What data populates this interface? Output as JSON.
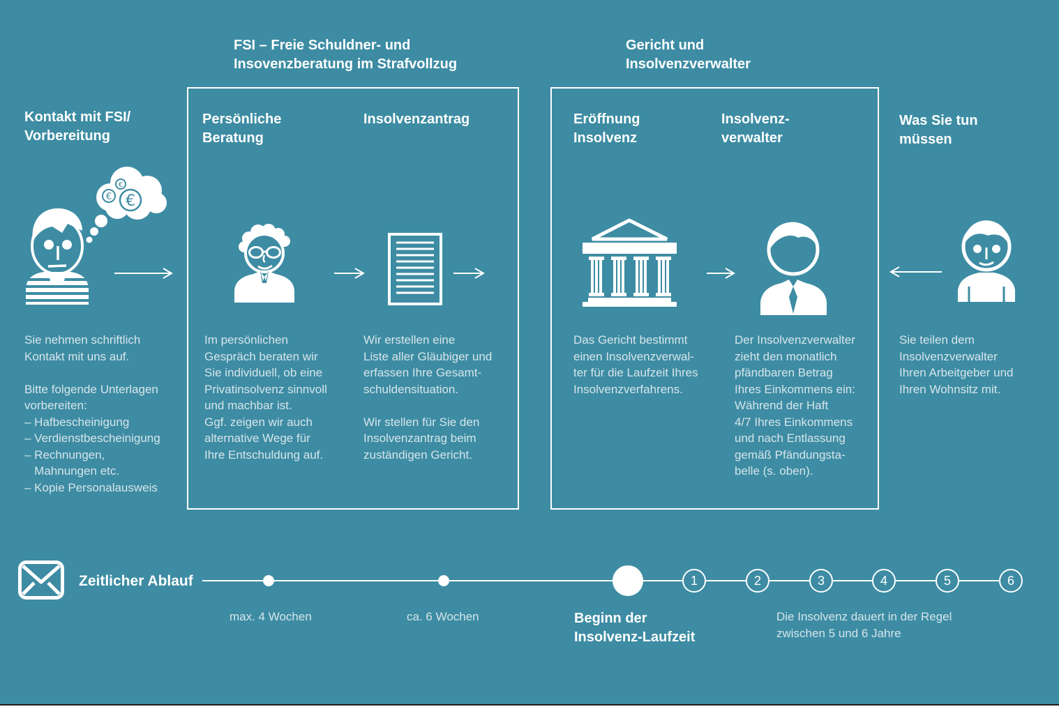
{
  "colors": {
    "background": "#3d8ca3",
    "heading_text": "#ffffff",
    "body_text": "#d6e5eb",
    "bottom_rule": "#1d1d1b"
  },
  "group_headers": {
    "fsi": "FSI – Freie Schuldner- und\nInsovenzberatung im Strafvollzug",
    "court": "Gericht und\nInsolvenzverwalter"
  },
  "columns": {
    "contact": {
      "title": "Kontakt mit FSI/\nVorbereitung",
      "icon": "thinking-person-icon",
      "body": "Sie nehmen schriftlich\nKontakt mit uns auf.\n\nBitte folgende Unterlagen\nvorbereiten:\n– Hafbescheinigung\n– Verdienstbescheinigung\n– Rechnungen,\n   Mahnungen etc.\n– Kopie Personalausweis"
    },
    "beratung": {
      "title": "Persönliche\nBeratung",
      "icon": "advisor-icon",
      "body": "Im persönlichen\nGespräch beraten wir\nSie individuell, ob eine\nPrivatinsolvenz sinnvoll\nund machbar ist.\nGgf. zeigen wir auch\nalternative Wege für\nIhre Entschuldung auf."
    },
    "antrag": {
      "title": "Insolvenzantrag",
      "icon": "document-icon",
      "body": "Wir erstellen eine\nListe aller Gläubiger und\nerfassen Ihre Gesamt-\nschuldensituation.\n\nWir stellen für Sie den\nInsolvenzantrag beim\nzuständigen Gericht."
    },
    "eroeffnung": {
      "title": "Eröffnung\nInsolvenz",
      "icon": "court-icon",
      "body": "Das Gericht bestimmt\neinen Insolvenzverwal-\nter für die Laufzeit Ihres\nInsolvenzverfahrens."
    },
    "verwalter": {
      "title": "Insolvenz-\nverwalter",
      "icon": "administrator-icon",
      "body": "Der Insolvenzverwalter\nzieht den monatlich\npfändbaren Betrag\nIhres Einkommens ein:\nWährend der Haft\n4/7 Ihres Einkommens\nund nach Entlassung\ngemäß Pfändungsta-\nbelle (s. oben)."
    },
    "todo": {
      "title": "Was Sie tun\nmüssen",
      "icon": "prisoner-icon",
      "body": "Sie teilen dem\nInsolvenzverwalter\nIhren Arbeitgeber und\nIhren Wohnsitz mit."
    }
  },
  "timeline": {
    "icon": "envelope-icon",
    "label": "Zeitlicher Ablauf",
    "milestone_labels": {
      "weeks4": "max. 4 Wochen",
      "weeks6": "ca. 6 Wochen",
      "start": "Beginn der\nInsolvenz-Laufzeit",
      "duration": "Die Insolvenz dauert in der Regel\nzwischen 5 und 6 Jahre"
    },
    "years": [
      "1",
      "2",
      "3",
      "4",
      "5",
      "6"
    ]
  }
}
